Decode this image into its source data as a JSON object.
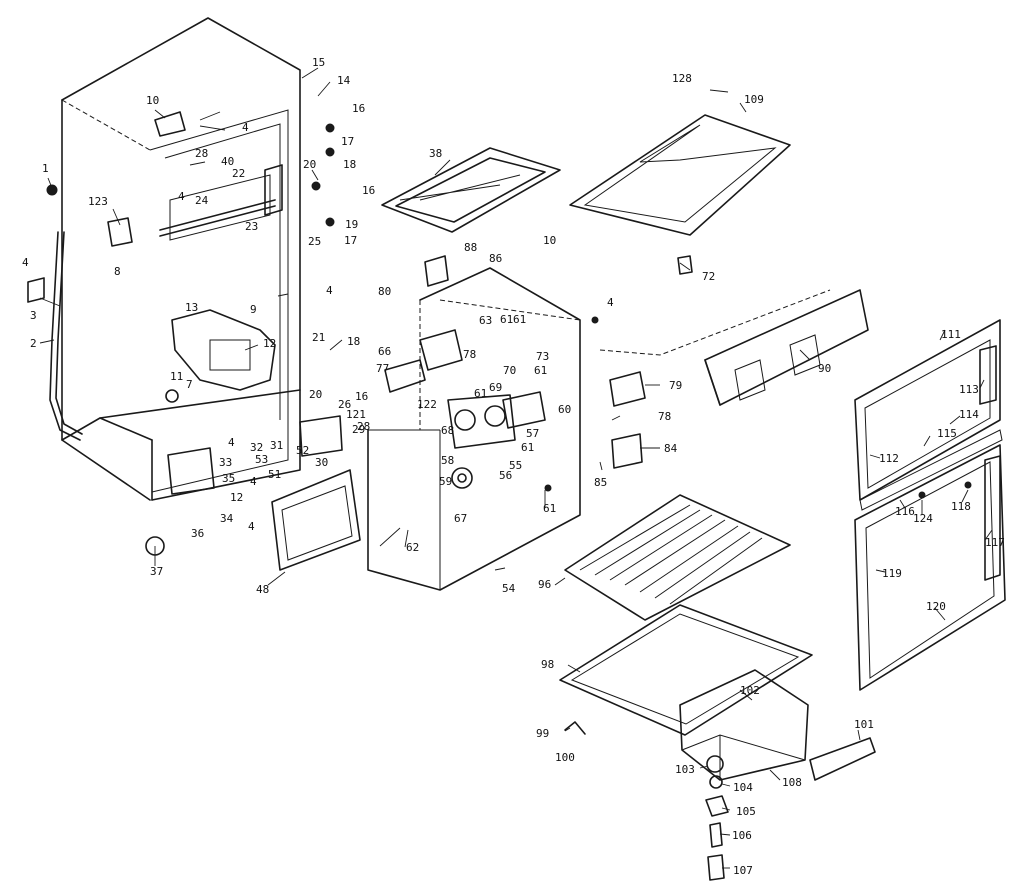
{
  "callouts": [
    {
      "id": "c1",
      "text": "1"
    },
    {
      "id": "c2",
      "text": "2"
    },
    {
      "id": "c3",
      "text": "3"
    },
    {
      "id": "c4a",
      "text": "4"
    },
    {
      "id": "c4b",
      "text": "4"
    },
    {
      "id": "c4c",
      "text": "4"
    },
    {
      "id": "c4d",
      "text": "4"
    },
    {
      "id": "c4e",
      "text": "4"
    },
    {
      "id": "c4f",
      "text": "4"
    },
    {
      "id": "c4g",
      "text": "4"
    },
    {
      "id": "c4h",
      "text": "4"
    },
    {
      "id": "c7",
      "text": "7"
    },
    {
      "id": "c8",
      "text": "8"
    },
    {
      "id": "c9",
      "text": "9"
    },
    {
      "id": "c10a",
      "text": "10"
    },
    {
      "id": "c10b",
      "text": "10"
    },
    {
      "id": "c11",
      "text": "11"
    },
    {
      "id": "c12a",
      "text": "12"
    },
    {
      "id": "c12b",
      "text": "12"
    },
    {
      "id": "c13",
      "text": "13"
    },
    {
      "id": "c14",
      "text": "14"
    },
    {
      "id": "c15",
      "text": "15"
    },
    {
      "id": "c16a",
      "text": "16"
    },
    {
      "id": "c16b",
      "text": "16"
    },
    {
      "id": "c16c",
      "text": "16"
    },
    {
      "id": "c17a",
      "text": "17"
    },
    {
      "id": "c17b",
      "text": "17"
    },
    {
      "id": "c18a",
      "text": "18"
    },
    {
      "id": "c18b",
      "text": "18"
    },
    {
      "id": "c19",
      "text": "19"
    },
    {
      "id": "c20a",
      "text": "20"
    },
    {
      "id": "c20b",
      "text": "20"
    },
    {
      "id": "c21",
      "text": "21"
    },
    {
      "id": "c22",
      "text": "22"
    },
    {
      "id": "c23",
      "text": "23"
    },
    {
      "id": "c24",
      "text": "24"
    },
    {
      "id": "c25",
      "text": "25"
    },
    {
      "id": "c26",
      "text": "26"
    },
    {
      "id": "c28a",
      "text": "28"
    },
    {
      "id": "c28b",
      "text": "28"
    },
    {
      "id": "c29",
      "text": "29"
    },
    {
      "id": "c30",
      "text": "30"
    },
    {
      "id": "c31",
      "text": "31"
    },
    {
      "id": "c32",
      "text": "32"
    },
    {
      "id": "c33",
      "text": "33"
    },
    {
      "id": "c34",
      "text": "34"
    },
    {
      "id": "c35",
      "text": "35"
    },
    {
      "id": "c36",
      "text": "36"
    },
    {
      "id": "c37",
      "text": "37"
    },
    {
      "id": "c38",
      "text": "38"
    },
    {
      "id": "c40",
      "text": "40"
    },
    {
      "id": "c48",
      "text": "48"
    },
    {
      "id": "c51",
      "text": "51"
    },
    {
      "id": "c52",
      "text": "52"
    },
    {
      "id": "c53",
      "text": "53"
    },
    {
      "id": "c54",
      "text": "54"
    },
    {
      "id": "c55",
      "text": "55"
    },
    {
      "id": "c56",
      "text": "56"
    },
    {
      "id": "c57",
      "text": "57"
    },
    {
      "id": "c58",
      "text": "58"
    },
    {
      "id": "c59",
      "text": "59"
    },
    {
      "id": "c60",
      "text": "60"
    },
    {
      "id": "c61a",
      "text": "61"
    },
    {
      "id": "c61b",
      "text": "61"
    },
    {
      "id": "c61c",
      "text": "61"
    },
    {
      "id": "c61d",
      "text": "61"
    },
    {
      "id": "c61e",
      "text": "61"
    },
    {
      "id": "c61f",
      "text": "61"
    },
    {
      "id": "c62",
      "text": "62"
    },
    {
      "id": "c63",
      "text": "63"
    },
    {
      "id": "c66",
      "text": "66"
    },
    {
      "id": "c67",
      "text": "67"
    },
    {
      "id": "c68",
      "text": "68"
    },
    {
      "id": "c69",
      "text": "69"
    },
    {
      "id": "c70",
      "text": "70"
    },
    {
      "id": "c72",
      "text": "72"
    },
    {
      "id": "c73",
      "text": "73"
    },
    {
      "id": "c77",
      "text": "77"
    },
    {
      "id": "c78a",
      "text": "78"
    },
    {
      "id": "c78b",
      "text": "78"
    },
    {
      "id": "c79",
      "text": "79"
    },
    {
      "id": "c80",
      "text": "80"
    },
    {
      "id": "c84",
      "text": "84"
    },
    {
      "id": "c85",
      "text": "85"
    },
    {
      "id": "c86",
      "text": "86"
    },
    {
      "id": "c88",
      "text": "88"
    },
    {
      "id": "c90",
      "text": "90"
    },
    {
      "id": "c96",
      "text": "96"
    },
    {
      "id": "c98",
      "text": "98"
    },
    {
      "id": "c99",
      "text": "99"
    },
    {
      "id": "c100",
      "text": "100"
    },
    {
      "id": "c101",
      "text": "101"
    },
    {
      "id": "c102",
      "text": "102"
    },
    {
      "id": "c103",
      "text": "103"
    },
    {
      "id": "c104",
      "text": "104"
    },
    {
      "id": "c105",
      "text": "105"
    },
    {
      "id": "c106",
      "text": "106"
    },
    {
      "id": "c107",
      "text": "107"
    },
    {
      "id": "c108",
      "text": "108"
    },
    {
      "id": "c109",
      "text": "109"
    },
    {
      "id": "c111",
      "text": "111"
    },
    {
      "id": "c112",
      "text": "112"
    },
    {
      "id": "c113",
      "text": "113"
    },
    {
      "id": "c114",
      "text": "114"
    },
    {
      "id": "c115",
      "text": "115"
    },
    {
      "id": "c116",
      "text": "116"
    },
    {
      "id": "c117",
      "text": "117"
    },
    {
      "id": "c118",
      "text": "118"
    },
    {
      "id": "c119",
      "text": "119"
    },
    {
      "id": "c120",
      "text": "120"
    },
    {
      "id": "c121",
      "text": "121"
    },
    {
      "id": "c122",
      "text": "122"
    },
    {
      "id": "c123",
      "text": "123"
    },
    {
      "id": "c124",
      "text": "124"
    },
    {
      "id": "c128",
      "text": "128"
    }
  ]
}
